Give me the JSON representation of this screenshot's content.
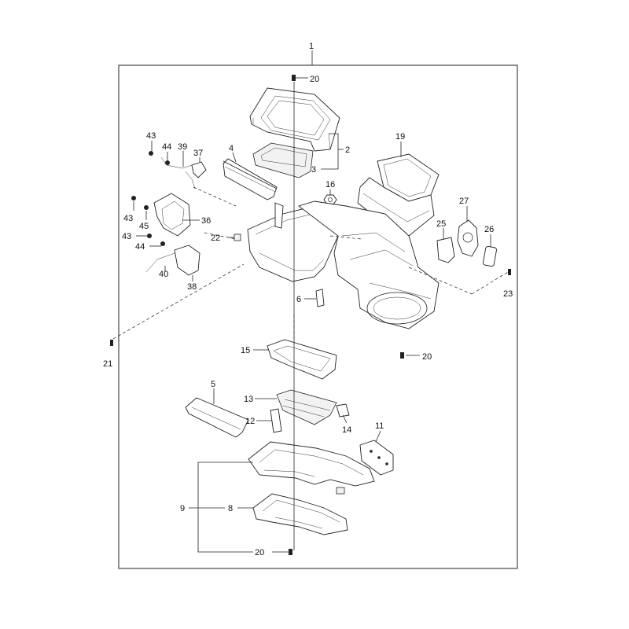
{
  "callouts": [
    {
      "id": "c1",
      "text": "1"
    },
    {
      "id": "c20a",
      "text": "20"
    },
    {
      "id": "c2",
      "text": "2"
    },
    {
      "id": "c3",
      "text": "3"
    },
    {
      "id": "c4",
      "text": "4"
    },
    {
      "id": "c19",
      "text": "19"
    },
    {
      "id": "c16",
      "text": "16"
    },
    {
      "id": "c43a",
      "text": "43"
    },
    {
      "id": "c44a",
      "text": "44"
    },
    {
      "id": "c39",
      "text": "39"
    },
    {
      "id": "c37",
      "text": "37"
    },
    {
      "id": "c43b",
      "text": "43"
    },
    {
      "id": "c45",
      "text": "45"
    },
    {
      "id": "c36",
      "text": "36"
    },
    {
      "id": "c27",
      "text": "27"
    },
    {
      "id": "c25",
      "text": "25"
    },
    {
      "id": "c26",
      "text": "26"
    },
    {
      "id": "c22",
      "text": "22"
    },
    {
      "id": "c43c",
      "text": "43"
    },
    {
      "id": "c44b",
      "text": "44"
    },
    {
      "id": "c40",
      "text": "40"
    },
    {
      "id": "c38",
      "text": "38"
    },
    {
      "id": "c23",
      "text": "23"
    },
    {
      "id": "c6",
      "text": "6"
    },
    {
      "id": "c21",
      "text": "21"
    },
    {
      "id": "c15",
      "text": "15"
    },
    {
      "id": "c20b",
      "text": "20"
    },
    {
      "id": "c5",
      "text": "5"
    },
    {
      "id": "c13",
      "text": "13"
    },
    {
      "id": "c12",
      "text": "12"
    },
    {
      "id": "c14",
      "text": "14"
    },
    {
      "id": "c11",
      "text": "11"
    },
    {
      "id": "c9",
      "text": "9"
    },
    {
      "id": "c8",
      "text": "8"
    },
    {
      "id": "c20c",
      "text": "20"
    }
  ]
}
